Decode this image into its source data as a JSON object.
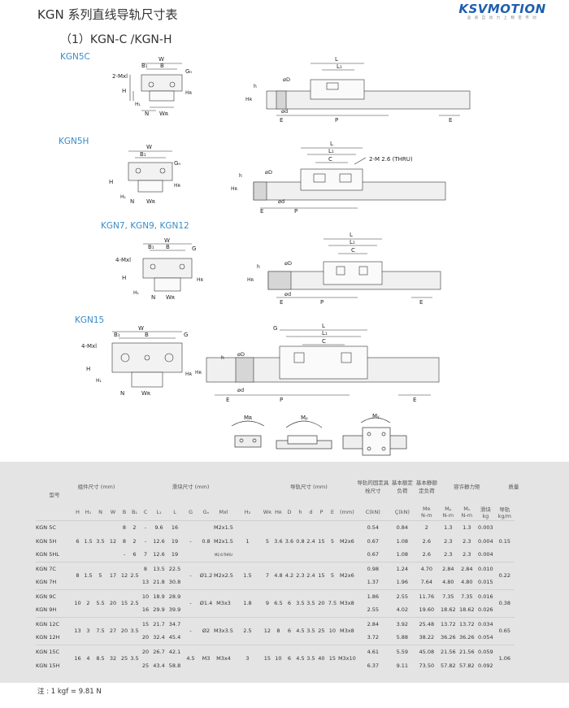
{
  "header": {
    "title": "KGN 系列直线导轨尺寸表",
    "section": "（1）KGN-C /KGN-H",
    "logo_text": "KSVMOTION",
    "logo_subtext": "品 质 自 动   力 上 精 密 传 动"
  },
  "drawings": {
    "kgn5c": {
      "label": "KGN5C"
    },
    "kgn5h": {
      "label": "KGN5H",
      "thru_note": "2-M 2.6 (THRU)"
    },
    "kgn7": {
      "label": "KGN7, KGN9, KGN12"
    },
    "kgn15": {
      "label": "KGN15"
    },
    "dims": {
      "W": "W",
      "B": "B",
      "B1": "B₁",
      "G": "G",
      "Gn": "Gₙ",
      "Mxl": "2-Mxl",
      "Mxl4": "4-Mxl",
      "H": "H",
      "H1": "H₁",
      "H2": "H₂",
      "h": "h",
      "N": "N",
      "WR": "Wʀ",
      "HR": "Hʀ",
      "L": "L",
      "L1": "L₁",
      "C": "C",
      "D": "øD",
      "d": "ød",
      "E": "E",
      "P": "P",
      "MR": "Mʀ",
      "MP": "Mₚ",
      "MY": "Mᵧ"
    }
  },
  "table": {
    "group_headers": {
      "model": "型号",
      "assembly": "组件尺寸 (mm)",
      "block": "滑块尺寸 (mm)",
      "rail": "导轨尺寸 (mm)",
      "bolt": "导轨的固定具栓尺寸",
      "dyn": "基本额定负荷",
      "stat": "基本静额定负荷",
      "moment": "容许静力矩",
      "weight": "质量"
    },
    "columns": [
      "H",
      "H₁",
      "N",
      "W",
      "B",
      "B₁",
      "C",
      "L₁",
      "L",
      "G",
      "Gₙ",
      "Mxl",
      "H₂",
      "Wʀ",
      "Hʀ",
      "D",
      "h",
      "d",
      "P",
      "E",
      "(mm)",
      "C(kN)",
      "Ç(kN)",
      "Mʀ",
      "Mₚ",
      "Mᵧ",
      "滑块",
      "导轨"
    ],
    "units": [
      "N-m",
      "N-m",
      "N-m",
      "kg",
      "kg/m"
    ],
    "rows": [
      [
        "KGN 5C",
        "",
        "",
        "",
        "",
        "8",
        "2",
        "-",
        "9.6",
        "16",
        "",
        "",
        "M2x1.5",
        "",
        "",
        "",
        "",
        "",
        "",
        "",
        "",
        "",
        "0.54",
        "0.84",
        "2",
        "1.3",
        "1.3",
        "0.003",
        ""
      ],
      [
        "KGN 5H",
        "6",
        "1.5",
        "3.5",
        "12",
        "8",
        "2",
        "-",
        "12.6",
        "19",
        "-",
        "0.8",
        "M2x1.5",
        "1",
        "5",
        "3.6",
        "3.6",
        "0.8",
        "2.4",
        "15",
        "5",
        "M2x6",
        "0.67",
        "1.08",
        "2.6",
        "2.3",
        "2.3",
        "0.004",
        "0.15"
      ],
      [
        "KGN 5HL",
        "",
        "",
        "",
        "",
        "-",
        "6",
        "7",
        "12.6",
        "19",
        "",
        "",
        "M2.6-THRU",
        "",
        "",
        "",
        "",
        "",
        "",
        "",
        "",
        "",
        "0.67",
        "1.08",
        "2.6",
        "2.3",
        "2.3",
        "0.004",
        ""
      ],
      [
        "KGN 7C",
        "8",
        "1.5",
        "5",
        "17",
        "12",
        "2.5",
        "8",
        "13.5",
        "22.5",
        "-",
        "Ø1.2",
        "M2x2.5",
        "1.5",
        "7",
        "4.8",
        "4.2",
        "2.3",
        "2.4",
        "15",
        "5",
        "M2x6",
        "0.98",
        "1.24",
        "4.70",
        "2.84",
        "2.84",
        "0.010",
        "0.22"
      ],
      [
        "KGN 7H",
        "",
        "",
        "",
        "",
        "",
        "",
        "13",
        "21.8",
        "30.8",
        "",
        "",
        "",
        "",
        "",
        "",
        "",
        "",
        "",
        "",
        "",
        "",
        "1.37",
        "1.96",
        "7.64",
        "4.80",
        "4.80",
        "0.015",
        ""
      ],
      [
        "KGN 9C",
        "10",
        "2",
        "5.5",
        "20",
        "15",
        "2.5",
        "10",
        "18.9",
        "28.9",
        "-",
        "Ø1.4",
        "M3x3",
        "1.8",
        "9",
        "6.5",
        "6",
        "3.5",
        "3.5",
        "20",
        "7.5",
        "M3x8",
        "1.86",
        "2.55",
        "11.76",
        "7.35",
        "7.35",
        "0.016",
        "0.38"
      ],
      [
        "KGN 9H",
        "",
        "",
        "",
        "",
        "",
        "",
        "16",
        "29.9",
        "39.9",
        "",
        "",
        "",
        "",
        "",
        "",
        "",
        "",
        "",
        "",
        "",
        "",
        "2.55",
        "4.02",
        "19.60",
        "18.62",
        "18.62",
        "0.026",
        ""
      ],
      [
        "KGN 12C",
        "13",
        "3",
        "7.5",
        "27",
        "20",
        "3.5",
        "15",
        "21.7",
        "34.7",
        "-",
        "Ø2",
        "M3x3.5",
        "2.5",
        "12",
        "8",
        "6",
        "4.5",
        "3.5",
        "25",
        "10",
        "M3x8",
        "2.84",
        "3.92",
        "25.48",
        "13.72",
        "13.72",
        "0.034",
        "0.65"
      ],
      [
        "KGN 12H",
        "",
        "",
        "",
        "",
        "",
        "",
        "20",
        "32.4",
        "45.4",
        "",
        "",
        "",
        "",
        "",
        "",
        "",
        "",
        "",
        "",
        "",
        "",
        "3.72",
        "5.88",
        "38.22",
        "36.26",
        "36.26",
        "0.054",
        ""
      ],
      [
        "KGN 15C",
        "16",
        "4",
        "8.5",
        "32",
        "25",
        "3.5",
        "20",
        "26.7",
        "42.1",
        "4.5",
        "M3",
        "M3x4",
        "3",
        "15",
        "10",
        "6",
        "4.5",
        "3.5",
        "40",
        "15",
        "M3x10",
        "4.61",
        "5.59",
        "45.08",
        "21.56",
        "21.56",
        "0.059",
        "1.06"
      ],
      [
        "KGN 15H",
        "",
        "",
        "",
        "",
        "",
        "",
        "25",
        "43.4",
        "58.8",
        "",
        "",
        "",
        "",
        "",
        "",
        "",
        "",
        "",
        "",
        "",
        "",
        "6.37",
        "9.11",
        "73.50",
        "57.82",
        "57.82",
        "0.092",
        ""
      ]
    ],
    "note": "注 : 1 kgf = 9.81 N"
  }
}
